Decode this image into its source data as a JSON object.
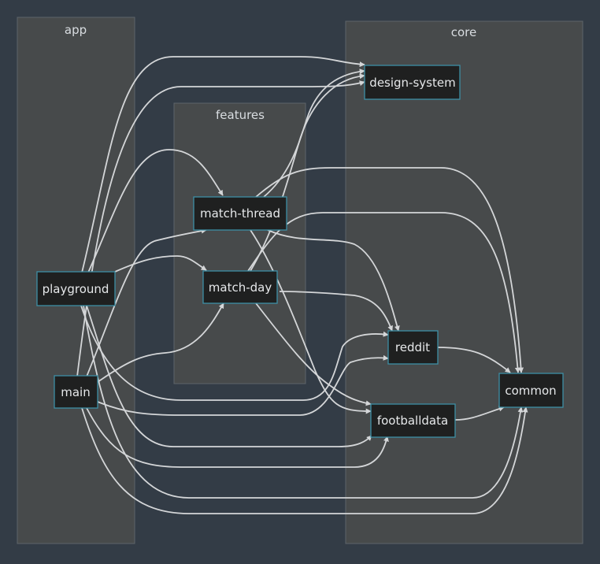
{
  "clusters": {
    "app": "app",
    "features": "features",
    "core": "core"
  },
  "nodes": {
    "playground": "playground",
    "main": "main",
    "match_thread": "match-thread",
    "match_day": "match-day",
    "design_system": "design-system",
    "reddit": "reddit",
    "footballdata": "footballdata",
    "common": "common"
  },
  "edges": [
    {
      "from": "playground",
      "to": "design-system"
    },
    {
      "from": "playground",
      "to": "match-thread"
    },
    {
      "from": "playground",
      "to": "match-day"
    },
    {
      "from": "playground",
      "to": "reddit"
    },
    {
      "from": "playground",
      "to": "footballdata"
    },
    {
      "from": "playground",
      "to": "common"
    },
    {
      "from": "main",
      "to": "design-system"
    },
    {
      "from": "main",
      "to": "match-thread"
    },
    {
      "from": "main",
      "to": "match-day"
    },
    {
      "from": "main",
      "to": "reddit"
    },
    {
      "from": "main",
      "to": "footballdata"
    },
    {
      "from": "main",
      "to": "common"
    },
    {
      "from": "match-thread",
      "to": "design-system"
    },
    {
      "from": "match-thread",
      "to": "reddit"
    },
    {
      "from": "match-thread",
      "to": "footballdata"
    },
    {
      "from": "match-thread",
      "to": "common"
    },
    {
      "from": "match-day",
      "to": "design-system"
    },
    {
      "from": "match-day",
      "to": "reddit"
    },
    {
      "from": "match-day",
      "to": "footballdata"
    },
    {
      "from": "match-day",
      "to": "common"
    },
    {
      "from": "reddit",
      "to": "common"
    },
    {
      "from": "footballdata",
      "to": "common"
    }
  ]
}
